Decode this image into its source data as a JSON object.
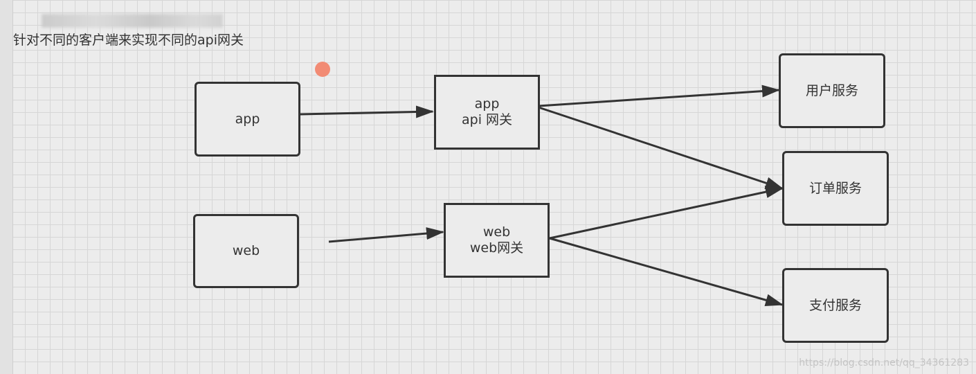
{
  "page": {
    "title": "针对不同的客户端来实现不同的api网关",
    "watermark": "https://blog.csdn.net/qq_34361283"
  },
  "nodes": {
    "app_client": {
      "label": "app"
    },
    "web_client": {
      "label": "web"
    },
    "app_gateway": {
      "line1": "app",
      "line2": "api 网关"
    },
    "web_gateway": {
      "line1": "web",
      "line2": "web网关"
    },
    "user_service": {
      "label": "用户服务"
    },
    "order_service": {
      "label": "订单服务"
    },
    "payment_service": {
      "label": "支付服务"
    }
  },
  "colors": {
    "stroke": "#333333",
    "grid": "#d6d6d6",
    "background": "#ececec",
    "cursor_dot": "#f28b74"
  }
}
